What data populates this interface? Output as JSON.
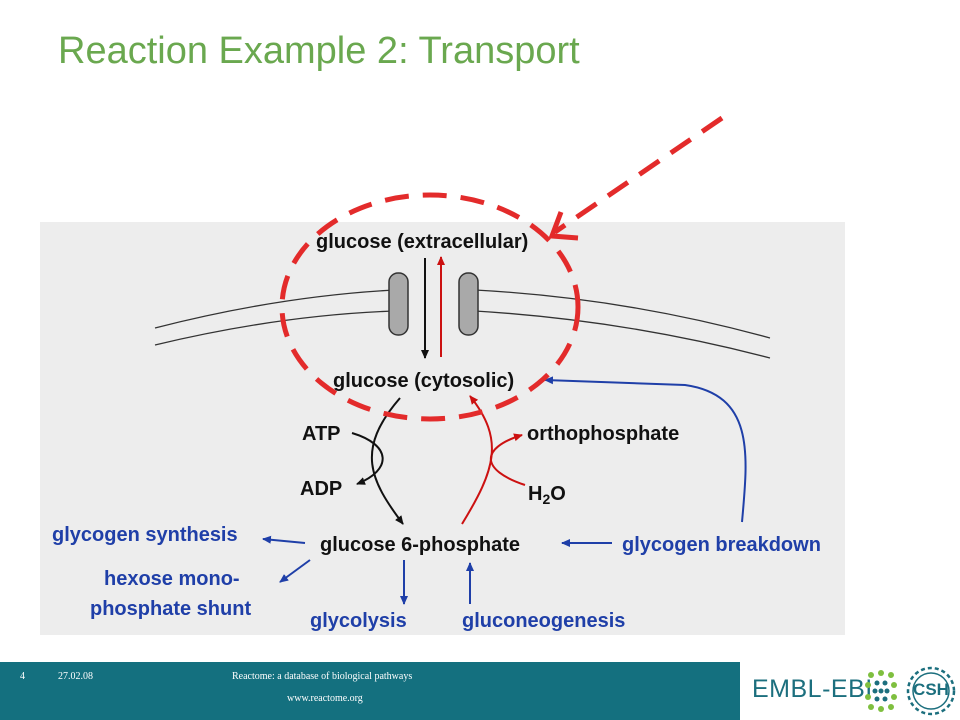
{
  "slide": {
    "title": "Reaction Example 2: Transport"
  },
  "diagram": {
    "labels": {
      "glucose_extracellular": "glucose (extracellular)",
      "glucose_cytosolic": "glucose (cytosolic)",
      "atp": "ATP",
      "adp": "ADP",
      "orthophosphate": "orthophosphate",
      "h2o_prefix": "H",
      "h2o_subscript": "2",
      "h2o_suffix": "O",
      "glucose_6_phosphate": "glucose 6-phosphate",
      "glycogen_synthesis": "glycogen synthesis",
      "hexose_shunt_line1": "hexose mono-",
      "hexose_shunt_line2": "phosphate shunt",
      "glycolysis": "glycolysis",
      "gluconeogenesis": "gluconeogenesis",
      "glycogen_breakdown": "glycogen breakdown"
    },
    "colors": {
      "forward_reaction": "#111111",
      "reverse_reaction": "#cc1111",
      "related_pathways": "#1f3fa8",
      "highlight": "#e32b2b",
      "membrane": "#333333",
      "channel": "#a9a9a9"
    }
  },
  "footer": {
    "page_number": "4",
    "date": "27.02.08",
    "caption": "Reactome: a database of biological pathways",
    "url": "www.reactome.org",
    "colors": {
      "bar": "#14707f",
      "text": "#ffffff"
    },
    "logos": {
      "embl_ebi": "EMBL-EBI",
      "csh": "CSH"
    }
  }
}
